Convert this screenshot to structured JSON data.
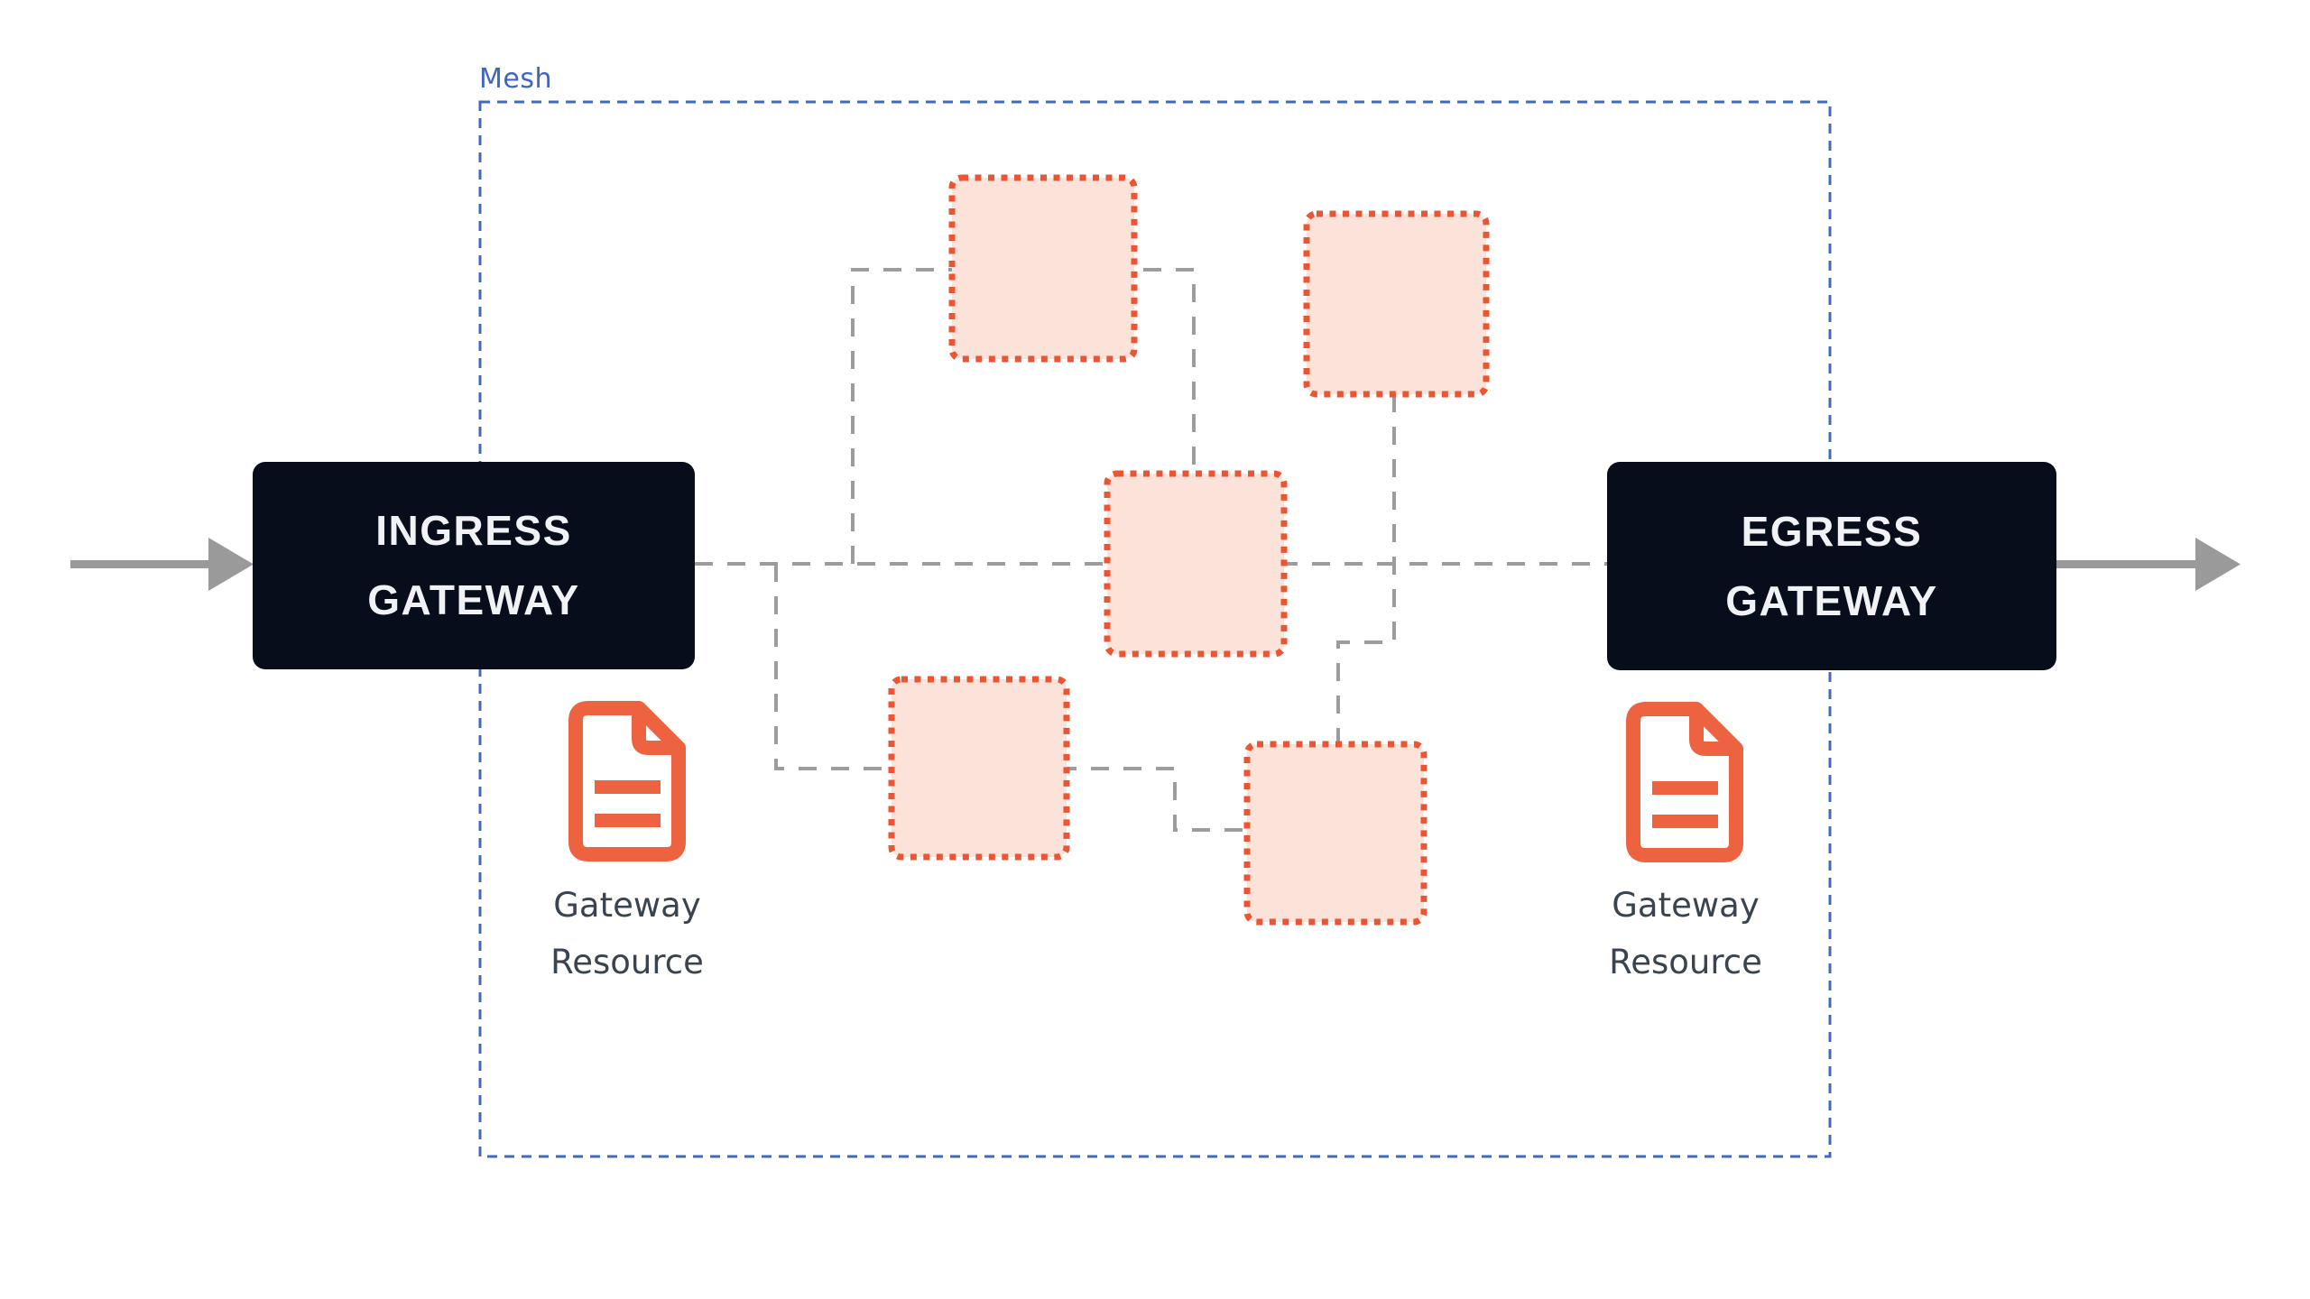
{
  "mesh": {
    "label": "Mesh"
  },
  "ingress_gateway": {
    "line1": "INGRESS",
    "line2": "GATEWAY"
  },
  "egress_gateway": {
    "line1": "EGRESS",
    "line2": "GATEWAY"
  },
  "left_gateway_resource": {
    "icon": "document-icon",
    "line1": "Gateway",
    "line2": "Resource"
  },
  "right_gateway_resource": {
    "icon": "document-icon",
    "line1": "Gateway",
    "line2": "Resource"
  },
  "workloads": {
    "count": 5,
    "note_icon": "workload-square"
  },
  "colors": {
    "mesh_border_blue": "#4169BF",
    "mesh_label_blue": "#3E66BE",
    "connector_gray": "#9C9C9C",
    "arrow_gray": "#9A9A9A",
    "gateway_box_bg": "#070D1B",
    "gateway_box_text": "#F0F2F5",
    "workload_border_orange": "#EB5533",
    "workload_fill_peach": "#FBE3D9",
    "document_icon_orange": "#ED6340",
    "resource_label_text": "#3A4450"
  }
}
